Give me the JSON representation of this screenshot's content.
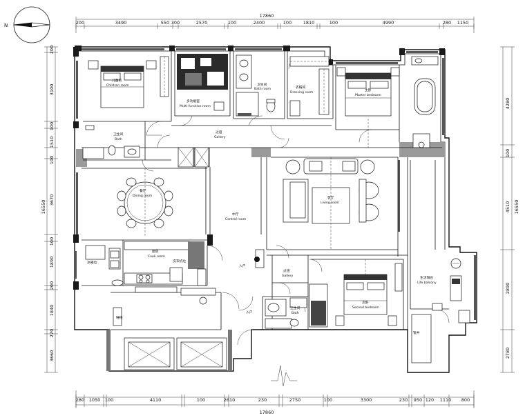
{
  "north": {
    "letter": "N"
  },
  "dims": {
    "top_total": "17860",
    "bottom_total": "17860",
    "top": [
      "200",
      "3490",
      "550",
      "300",
      "2570",
      "100",
      "2400",
      "100",
      "1810",
      "100",
      "4990",
      "280",
      "1150"
    ],
    "bottom": [
      "280",
      "1050",
      "100",
      "4110",
      "100",
      "2610",
      "230",
      "2750",
      "100",
      "3300",
      "230",
      "950",
      "120",
      "1110",
      "800"
    ],
    "left_total": "16550",
    "left": [
      "200",
      "3100",
      "100",
      "1510",
      "100",
      "3670",
      "100",
      "1890",
      "200",
      "1840",
      "270",
      "3660"
    ],
    "right_total": "16550",
    "right": [
      "4280",
      "100",
      "4510",
      "2890",
      "2780"
    ]
  },
  "rooms": {
    "children_cn": "儿童房",
    "children_en": "Children room",
    "multi_cn": "多功能室",
    "multi_en": "Multi function room",
    "bath_top_cn": "卫生间",
    "bath_top_en": "Bath room",
    "dressing_cn": "衣帽间",
    "dressing_en": "Dressing room",
    "master_cn": "主卧",
    "master_en": "Master bedroom",
    "bath_left_cn": "卫生间",
    "bath_left_en": "Bath",
    "gallery_top_cn": "过道",
    "gallery_top_en": "Gallery",
    "dining_cn": "餐厅",
    "dining_en": "Dining room",
    "central_cn": "中厅",
    "central_en": "Central room",
    "living_cn": "客厅",
    "living_en": "Living room",
    "cook_cn": "厨房",
    "cook_en": "Cook room",
    "fridge_cn": "冰箱位",
    "wash_cn": "洗衣机位",
    "gallery_mid_cn": "过道",
    "gallery_mid_en": "Gallery",
    "second_cn": "次卧",
    "second_en": "Second bedroom",
    "bath_mid_cn": "卫生间",
    "bath_mid_en": "Bath",
    "life_cn": "生活阳台",
    "life_en": "Life balcony",
    "entrance": "入户",
    "entry_tag": "入户",
    "shoe_tag": "鞋柜",
    "pipe_tag": "管井"
  }
}
